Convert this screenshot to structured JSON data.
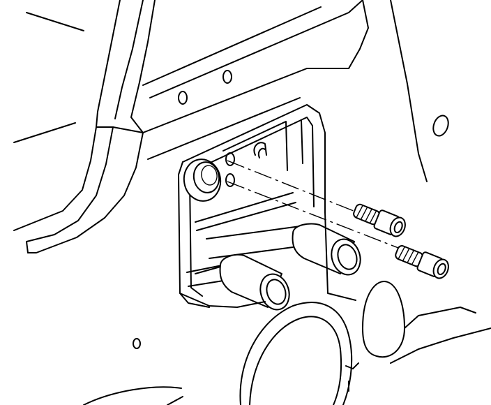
{
  "figure": {
    "kind": "line-drawing",
    "subject": "bracket-bolts-exploded-view",
    "background_color": "#ffffff",
    "line_color": "#000000",
    "bolt_count": 2
  }
}
